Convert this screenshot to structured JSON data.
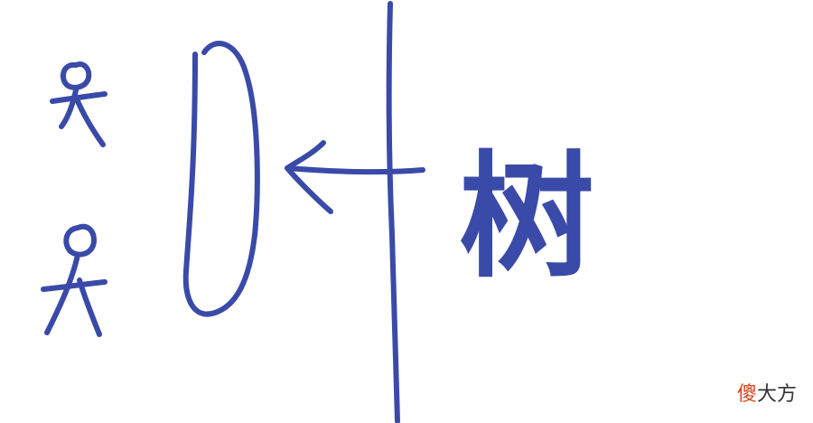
{
  "ink_color": "#3a4aa8",
  "tree_label": "树",
  "watermark": {
    "first_char": "傻",
    "rest": "大方",
    "first_color": "#d9451c",
    "rest_color": "#333333"
  }
}
